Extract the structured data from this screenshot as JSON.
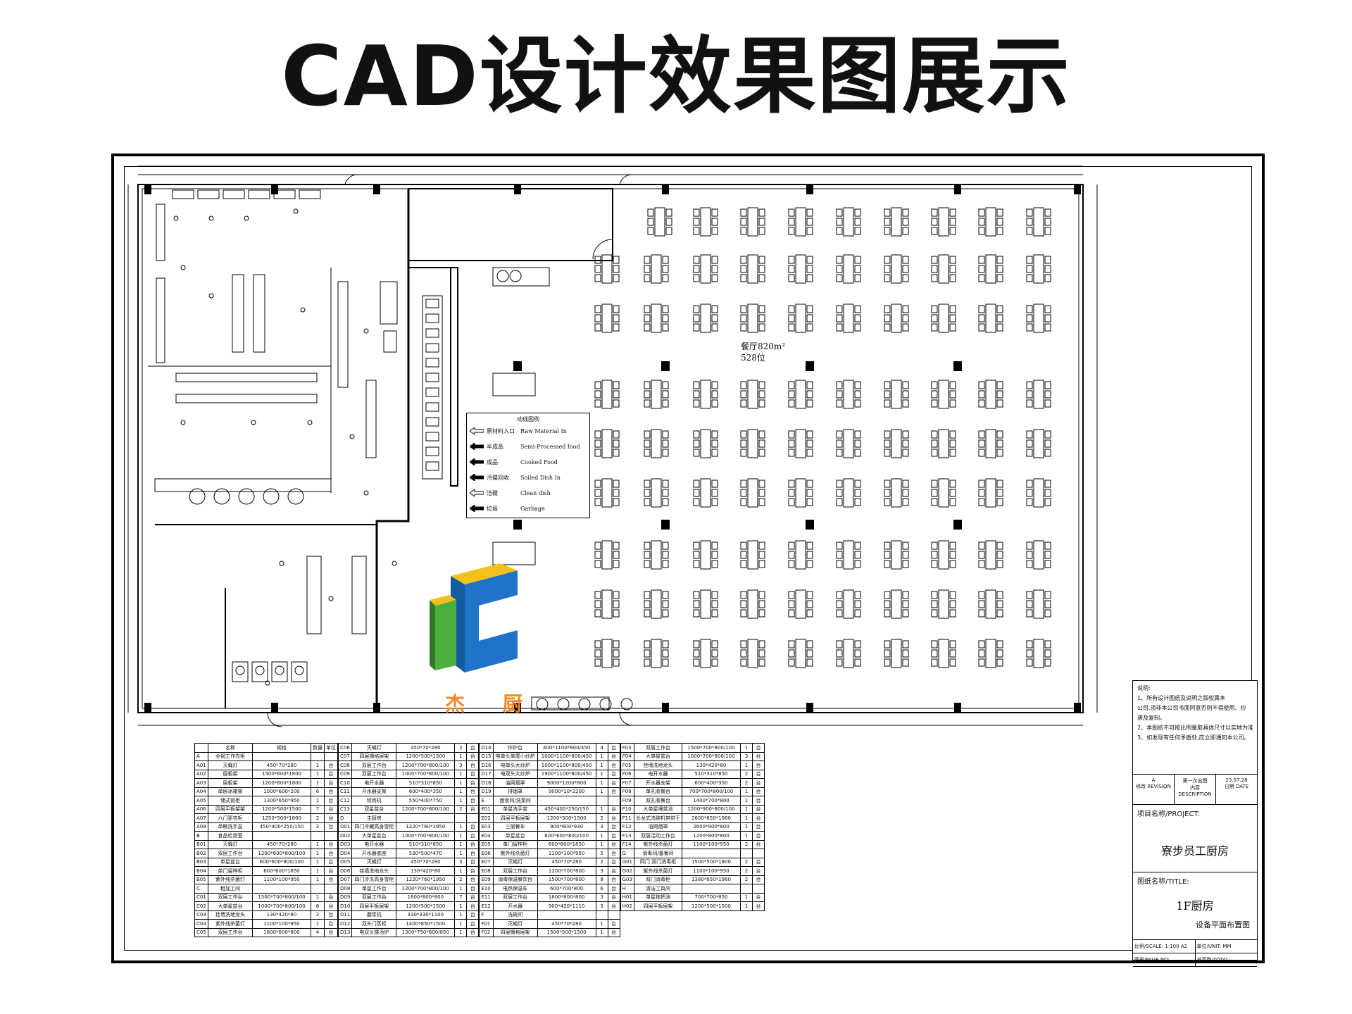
{
  "page": {
    "title": "CAD设计效果图展示"
  },
  "drawing": {
    "dining_area_name": "餐厅820m²",
    "dining_seats": "528位",
    "logo_text": "杰 厨"
  },
  "legend": {
    "title": "动线图例",
    "items": [
      {
        "cn": "原材料入口",
        "en": "Raw Material In",
        "style": "outline"
      },
      {
        "cn": "半成品",
        "en": "Semi-Processed food",
        "style": "solid"
      },
      {
        "cn": "成品",
        "en": "Cooked Food",
        "style": "solid"
      },
      {
        "cn": "污碟回收",
        "en": "Soiled Dish In",
        "style": "solid"
      },
      {
        "cn": "洁碟",
        "en": "Clean dish",
        "style": "outline"
      },
      {
        "cn": "垃圾",
        "en": "Garbage",
        "style": "solid"
      }
    ]
  },
  "title_block": {
    "notes_title": "说明:",
    "notes": [
      "1、所有设计图纸及说明之版权属本",
      "公司,须非本公司书面同意否则不得使用、抄",
      "袭及复制。",
      "2、本图纸不可按比例量取具体尺寸以实地为准。",
      "3、如发现有任何矛盾处,应立即通知本公司。"
    ],
    "revision": {
      "col1": "A",
      "col2": "第一次出图",
      "col3": "23.07.28"
    },
    "revision_labels": {
      "col1": "修改 REVISION",
      "col2": "内容 DESCRIPTION",
      "col3": "日期 DATE"
    },
    "project_label": "项目名称/PROJECT:",
    "project_name": "寮步员工厨房",
    "title_label": "图纸名称/TITLE:",
    "drawing_title": "1F厨房",
    "drawing_subtitle": "设备平面布置图",
    "scale": "比例/SCALE: 1:100 A2",
    "unit": "单位/UNIT: MM",
    "page_no": "图号/PAGE NO:",
    "total": "总页数/TOTAL:"
  },
  "fixtures": [
    [
      [
        "",
        "名称",
        "规格",
        "数量",
        "单位"
      ],
      [
        "A",
        "全钢工作衣柜",
        "",
        "",
        ""
      ],
      [
        "A01",
        "灭蝇灯",
        "450*70*280",
        "1",
        "台"
      ],
      [
        "A02",
        "层板架",
        "1500*600*1800",
        "1",
        "台"
      ],
      [
        "A03",
        "层板架",
        "1200*600*1800",
        "1",
        "台"
      ],
      [
        "A04",
        "单层冰箱架",
        "1000*600*200",
        "6",
        "台"
      ],
      [
        "A05",
        "储式管柜",
        "1300*650*950",
        "1",
        "台"
      ],
      [
        "A06",
        "四层平板架架",
        "1200*500*1500",
        "7",
        "台"
      ],
      [
        "A07",
        "六门更衣柜",
        "1250*500*1800",
        "2",
        "台"
      ],
      [
        "A08",
        "单眼洗手盆",
        "450*400*250/150",
        "2",
        "台"
      ],
      [
        "B",
        "食品检测室",
        "",
        "",
        ""
      ],
      [
        "B01",
        "灭蝇灯",
        "450*70*280",
        "1",
        "台"
      ],
      [
        "B02",
        "双层工作台",
        "1200*600*800/100",
        "1",
        "台"
      ],
      [
        "B03",
        "单星盆台",
        "600*600*800/100",
        "1",
        "台"
      ],
      [
        "B04",
        "单门留样柜",
        "600*600*1850",
        "1",
        "台"
      ],
      [
        "B05",
        "紫外线杀菌灯",
        "1100*100*950",
        "1",
        "台"
      ],
      [
        "C",
        "粗加工间",
        "",
        "",
        ""
      ],
      [
        "C01",
        "双层工作台",
        "1500*700*800/100",
        "1",
        "台"
      ],
      [
        "C02",
        "大单星盆台",
        "1000*700*800/100",
        "8",
        "台"
      ],
      [
        "C03",
        "挂墙洗地龙头",
        "130*420*80",
        "2",
        "台"
      ],
      [
        "C04",
        "紫外线杀菌灯",
        "1100*100*950",
        "1",
        "台"
      ],
      [
        "C05",
        "双层工作台",
        "1800*600*800",
        "4",
        "台"
      ]
    ],
    [
      [
        "C06",
        "灭蝇灯",
        "450*70*280",
        "2",
        "台"
      ],
      [
        "C07",
        "四层栅格层架",
        "1200*500*1500",
        "1",
        "台"
      ],
      [
        "C08",
        "双层工作台",
        "1200*700*800/100",
        "3",
        "台"
      ],
      [
        "C09",
        "双层工作台",
        "1000*700*800/100",
        "1",
        "台"
      ],
      [
        "C10",
        "电开水器",
        "510*310*850",
        "1",
        "台"
      ],
      [
        "C11",
        "开水器支架",
        "600*400*350",
        "1",
        "台"
      ],
      [
        "C12",
        "绞肉机",
        "550*400*750",
        "1",
        "台"
      ],
      [
        "C13",
        "双星盆台",
        "1200*700*800/100",
        "2",
        "台"
      ],
      [
        "D",
        "主厨房",
        "",
        "",
        ""
      ],
      [
        "D01",
        "四门冷藏高身雪柜",
        "1220*760*1950",
        "1",
        "台"
      ],
      [
        "D02",
        "大单星盆台",
        "1000*700*800/100",
        "1",
        "台"
      ],
      [
        "D03",
        "电开水器",
        "510*310*850",
        "1",
        "台"
      ],
      [
        "D04",
        "开水器底座",
        "530*500*470",
        "1",
        "台"
      ],
      [
        "D05",
        "灭蝇灯",
        "450*70*280",
        "3",
        "台"
      ],
      [
        "D06",
        "挂墙洗地龙头",
        "130*420*80",
        "1",
        "台"
      ],
      [
        "D07",
        "四门冷冻高身雪柜",
        "1220*760*1950",
        "2",
        "台"
      ],
      [
        "D08",
        "单星工作台",
        "1200*700*800/100",
        "1",
        "台"
      ],
      [
        "D09",
        "双层工作台",
        "1800*800*800",
        "7",
        "台"
      ],
      [
        "D10",
        "四层平板层架",
        "1200*500*1500",
        "1",
        "台"
      ],
      [
        "D11",
        "磨浆机",
        "330*330*1100",
        "1",
        "台"
      ],
      [
        "D12",
        "双头门蒸柜",
        "1400*850*1500",
        "1",
        "台"
      ],
      [
        "D13",
        "电双头矮汤炉",
        "1300*750*600/850",
        "1",
        "台"
      ]
    ],
    [
      [
        "D14",
        "炸炉台",
        "400*1100*800/450",
        "4",
        "台"
      ],
      [
        "D15",
        "电单头单尾小炒炉",
        "1000*1100*800/450",
        "1",
        "台"
      ],
      [
        "D16",
        "电单头大炒炉",
        "1000*1100*800/450",
        "1",
        "台"
      ],
      [
        "D17",
        "电双头大炒炉",
        "1900*1100*800/450",
        "1",
        "台"
      ],
      [
        "D18",
        "油网烟罩",
        "9000*1200*800",
        "1",
        "台"
      ],
      [
        "D19",
        "排烟罩",
        "9000*10*2200",
        "1",
        "台"
      ],
      [
        "E",
        "面食间/洗菜间",
        "",
        "",
        ""
      ],
      [
        "E01",
        "单星洗手盆",
        "450*400*250/150",
        "1",
        "台"
      ],
      [
        "E02",
        "四层平板层架",
        "1200*500*1500",
        "2",
        "台"
      ],
      [
        "E03",
        "三层餐车",
        "900*600*930",
        "3",
        "台"
      ],
      [
        "E04",
        "单星盆台",
        "600*600*800/100",
        "1",
        "台"
      ],
      [
        "E05",
        "单门留样柜",
        "600*600*1850",
        "1",
        "台"
      ],
      [
        "E06",
        "紫外线杀菌灯",
        "1100*100*950",
        "5",
        "台"
      ],
      [
        "E07",
        "灭蝇灯",
        "450*70*280",
        "2",
        "台"
      ],
      [
        "E08",
        "双层工作台",
        "1200*700*800",
        "3",
        "台"
      ],
      [
        "E09",
        "消毒保温餐饮台",
        "1500*700*800",
        "8",
        "台"
      ],
      [
        "E10",
        "电热保温车",
        "600*700*800",
        "6",
        "台"
      ],
      [
        "E11",
        "双层工作台",
        "1800*800*800",
        "3",
        "台"
      ],
      [
        "E12",
        "开水器",
        "900*420*1110",
        "3",
        "台"
      ],
      [
        "F",
        "洗碗间",
        "",
        "",
        ""
      ],
      [
        "F01",
        "灭蝇灯",
        "450*70*280",
        "1",
        "台"
      ],
      [
        "F02",
        "四层栅格层架",
        "1500*500*1500",
        "1",
        "台"
      ]
    ],
    [
      [
        "F03",
        "双层工作台",
        "1500*700*800/100",
        "1",
        "台"
      ],
      [
        "F04",
        "大单星盆台",
        "1000*700*800/100",
        "3",
        "台"
      ],
      [
        "F05",
        "挂墙洗地龙头",
        "130*420*80",
        "1",
        "台"
      ],
      [
        "F06",
        "电开水器",
        "510*310*850",
        "2",
        "台"
      ],
      [
        "F07",
        "开水器支架",
        "600*400*350",
        "2",
        "台"
      ],
      [
        "F08",
        "单孔收餐台",
        "700*700*800/100",
        "1",
        "台"
      ],
      [
        "F09",
        "双孔收餐台",
        "1400*700*800",
        "1",
        "台"
      ],
      [
        "F10",
        "大单星埋盆池",
        "1200*900*800/100",
        "1",
        "台"
      ],
      [
        "F11",
        "长龙式洗碗机带烘干",
        "2600*850*1960",
        "1",
        "台"
      ],
      [
        "F12",
        "油网烟罩",
        "2600*900*800",
        "1",
        "台"
      ],
      [
        "F13",
        "双层活动工作台",
        "1200*800*800",
        "1",
        "台"
      ],
      [
        "F14",
        "紫外线杀菌灯",
        "1100*100*950",
        "2",
        "台"
      ],
      [
        "G",
        "消毒间/备餐间",
        "",
        "",
        ""
      ],
      [
        "G01",
        "四门 双门消毒柜",
        "1500*500*1800",
        "2",
        "台"
      ],
      [
        "G02",
        "紫外线杀菌灯",
        "1100*100*950",
        "2",
        "台"
      ],
      [
        "G03",
        "双门消毒柜",
        "1380*650*1960",
        "2",
        "台"
      ],
      [
        "H",
        "清洁工具间",
        "",
        "",
        ""
      ],
      [
        "H01",
        "单星拖把池",
        "700*700*850",
        "1",
        "台"
      ],
      [
        "H02",
        "四层平板层架",
        "1200*500*1500",
        "1",
        "台"
      ]
    ]
  ],
  "colors": {
    "line": "#000000",
    "logo_yellow": "#f2c21b",
    "logo_green": "#4caf3c",
    "logo_blue": "#1f73c8",
    "logo_orange": "#f28a20"
  }
}
